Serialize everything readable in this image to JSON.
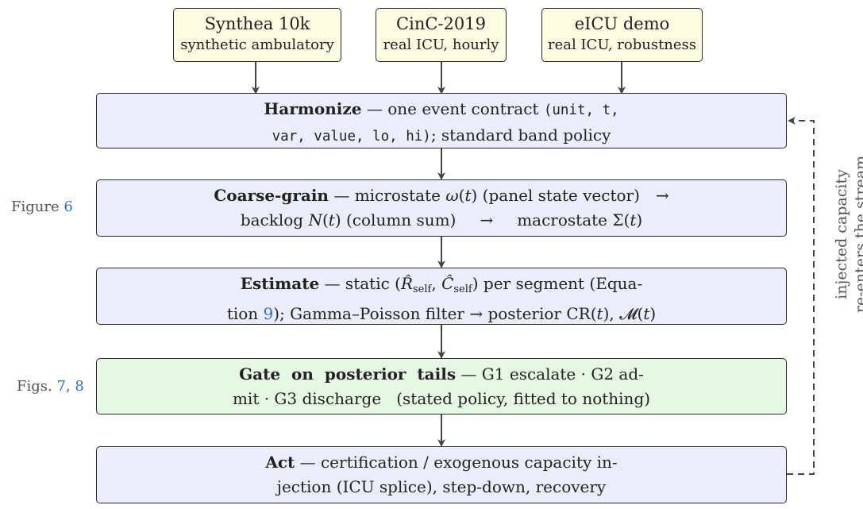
{
  "sources": [
    {
      "title": "Synthea 10k",
      "subtitle": "synthetic ambulatory"
    },
    {
      "title": "CinC-2019",
      "subtitle": "real ICU, hourly"
    },
    {
      "title": "eICU demo",
      "subtitle": "real ICU, robustness"
    }
  ],
  "harmonize": {
    "name": "Harmonize",
    "text1": " — one event contract ",
    "code1": "(unit, t,",
    "code2": "var, value, lo, hi)",
    "text2": "; standard band policy"
  },
  "coarse": {
    "name": "Coarse-grain",
    "t1": " — microstate ",
    "omega": "ω",
    "t": "t",
    "t2": " (panel state vector)",
    "arrow": "→",
    "t3": "backlog ",
    "N": "N",
    "t4": " (column sum)",
    "t5": "macrostate Σ"
  },
  "estimate": {
    "name": "Estimate",
    "t1": " — static (",
    "R": "R̂",
    "C": "Ĉ",
    "self": "self",
    "t2": ") per segment (Equa-",
    "t3": "tion ",
    "eq": "9",
    "t4": "); Gamma–Poisson filter → posterior CR(",
    "t5": "), ",
    "M": "𝓜",
    "t": "t",
    "close": ")"
  },
  "gate": {
    "name": "Gate on posterior tails",
    "t1": " — G1 escalate · G2 ad-",
    "t2": "mit · G3 discharge   (stated policy, fitted to nothing)"
  },
  "act": {
    "name": "Act",
    "t1": " — certification / exogenous capacity in-",
    "t2": "jection (ICU splice), step-down, recovery"
  },
  "side_labels": {
    "figure": "Figure ",
    "figure_ref": "6",
    "figs": "Figs. ",
    "figs_ref1": "7",
    "figs_sep": ", ",
    "figs_ref2": "8"
  },
  "feedback": {
    "line1": "injected capacity",
    "line2": "re-enters the stream"
  }
}
